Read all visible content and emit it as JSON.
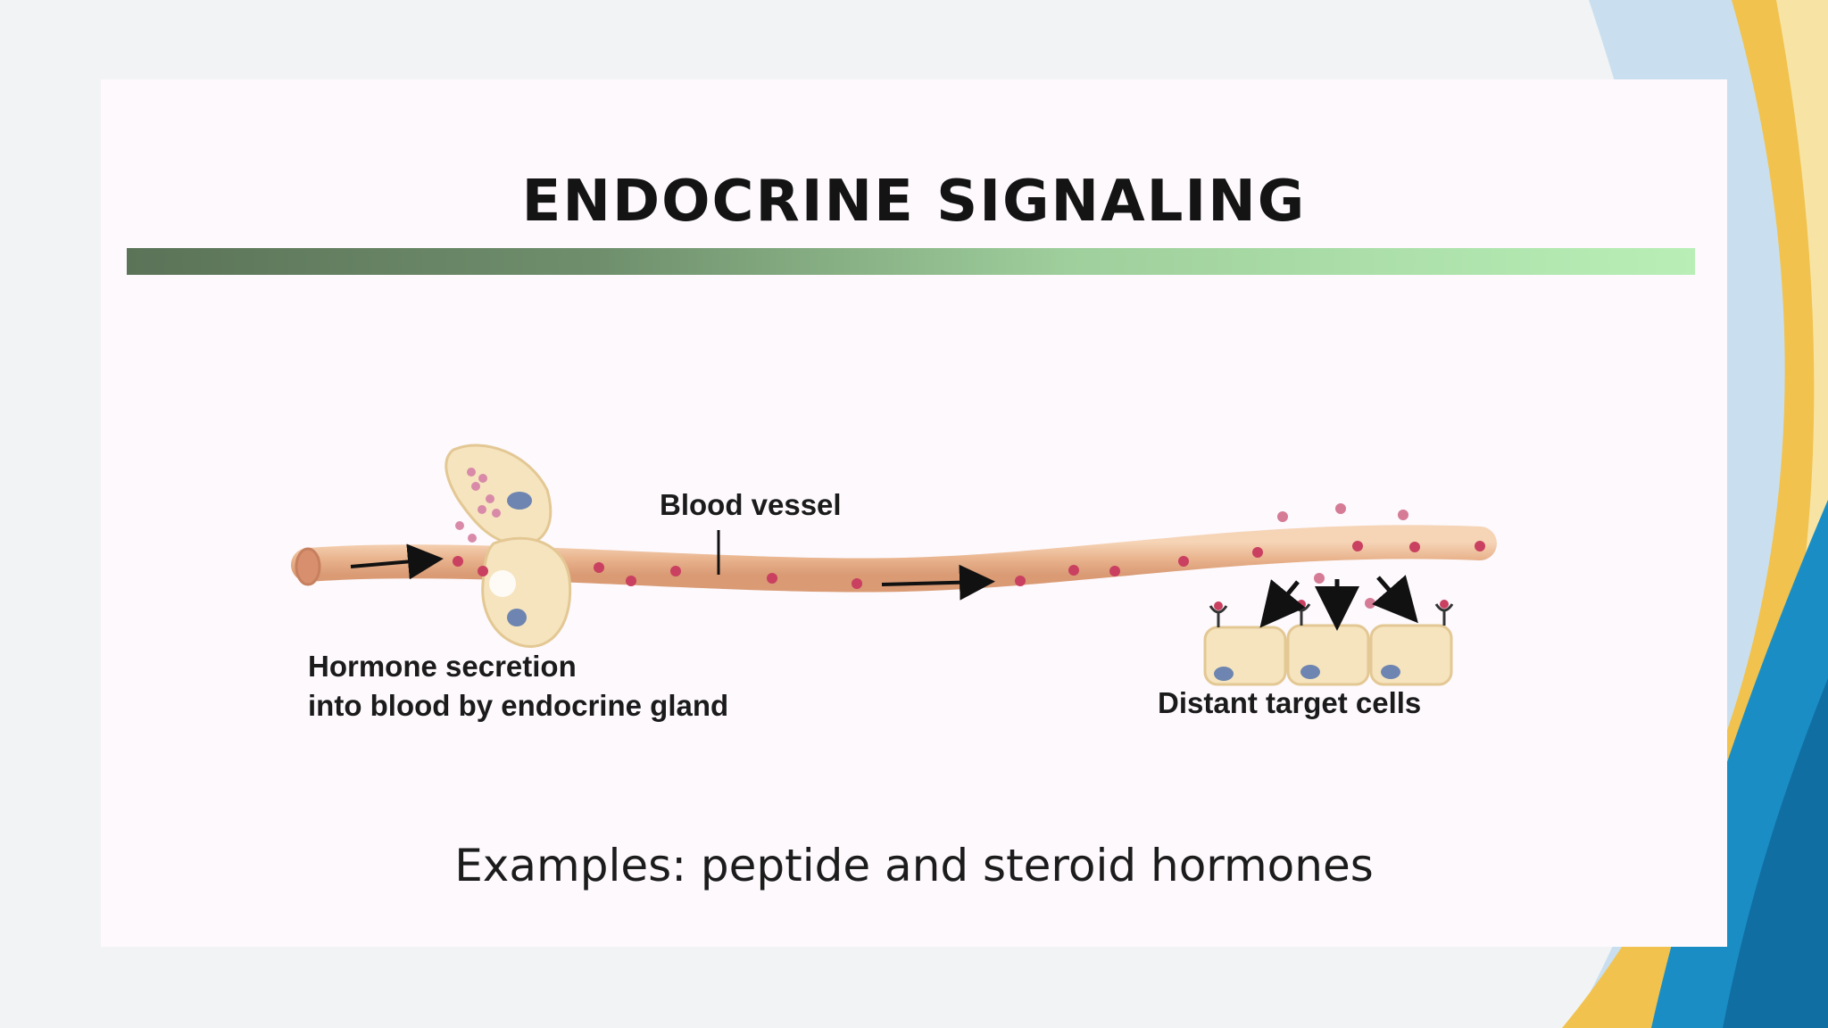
{
  "slide": {
    "title": "ENDOCRINE SIGNALING",
    "examples": "Examples: peptide and steroid hormones"
  },
  "diagram": {
    "labels": {
      "blood_vessel": "Blood vessel",
      "secretion_line1": "Hormone secretion",
      "secretion_line2": "into blood by endocrine gland",
      "target": "Distant target cells"
    }
  },
  "colors": {
    "vessel": "#e9b48e",
    "hormone": "#c94060",
    "gland": "#f6e4bf",
    "nucleus": "#6d85b0",
    "accent_blue": "#1a8ec4",
    "accent_gold": "#f1c24e"
  }
}
